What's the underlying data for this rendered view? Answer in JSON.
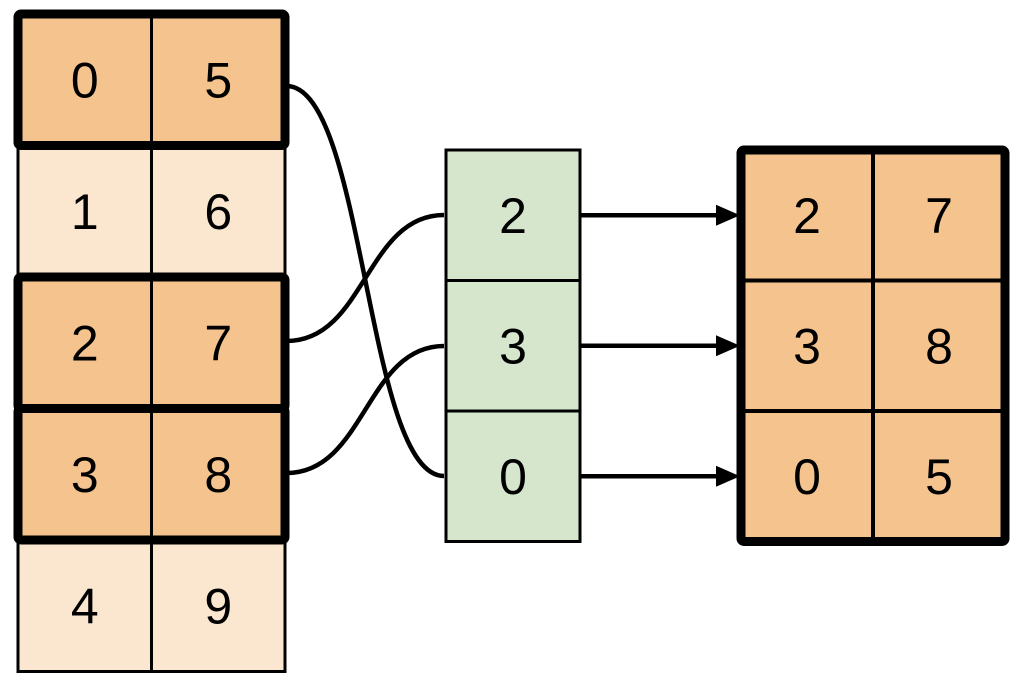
{
  "left_table": {
    "rows": [
      {
        "cells": [
          "0",
          "5"
        ],
        "highlighted": true
      },
      {
        "cells": [
          "1",
          "6"
        ],
        "highlighted": false
      },
      {
        "cells": [
          "2",
          "7"
        ],
        "highlighted": true
      },
      {
        "cells": [
          "3",
          "8"
        ],
        "highlighted": true
      },
      {
        "cells": [
          "4",
          "9"
        ],
        "highlighted": false
      }
    ]
  },
  "index_column": {
    "values": [
      "2",
      "3",
      "0"
    ]
  },
  "result_table": {
    "rows": [
      {
        "cells": [
          "2",
          "7"
        ]
      },
      {
        "cells": [
          "3",
          "8"
        ]
      },
      {
        "cells": [
          "0",
          "5"
        ]
      }
    ]
  },
  "colors": {
    "highlight_fill": "#F5C38E",
    "normal_fill": "#FBE7D0",
    "index_fill": "#D5E6CC",
    "stroke": "#000000",
    "background": "#FFFFFF"
  }
}
